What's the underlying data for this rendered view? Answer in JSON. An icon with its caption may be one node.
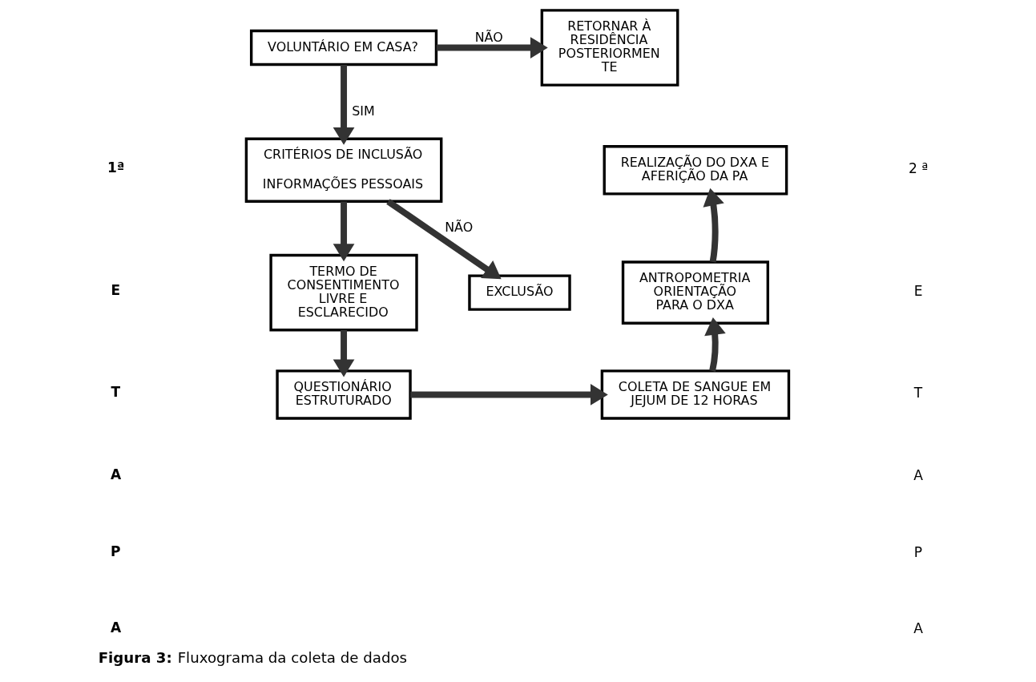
{
  "diagram": {
    "caption": "**Figura 3:** Fluxograma da coleta de dados",
    "nodes": [
      {
        "text": [
          "VOLUNTÁRIO EM CASA?"
        ]
      },
      {
        "text": [
          "RETORNAR À RESIDÊNCIA POSTERIORMEN TE"
        ]
      },
      {
        "text": [
          "CRITÉRIOS DE INCLUSÃO",
          "INFORMAÇÕES PESSOAIS"
        ]
      },
      {
        "text": [
          "EXCLUSÃO"
        ]
      },
      {
        "text": [
          "TERMO DE CONSENTIMENTO LIVRE E ESCLARECIDO"
        ]
      },
      {
        "text": [
          "QUESTIONÁRIO ESTRUTURADO"
        ]
      },
      {
        "text": [
          "COLETA DE SANGUE EM JEJUM DE 12 HORAS"
        ]
      },
      {
        "text": [
          "ANTROPOMETRIA ORIENTAÇÃO PARA O DXA"
        ]
      },
      {
        "text": [
          "REALIZAÇÃO DO DXA E AFERIÇÃO DA PA"
        ]
      }
    ],
    "edges": [
      {
        "from": 0,
        "to": 1,
        "arrow": "to",
        "label": "NÃO"
      },
      {
        "from": 0,
        "to": 2,
        "arrow": "to",
        "label": "SIM"
      },
      {
        "from": 2,
        "to": 3,
        "arrow": "to",
        "label": "NÃO"
      },
      {
        "from": 2,
        "to": 4,
        "arrow": "to"
      },
      {
        "from": 4,
        "to": 5,
        "arrow": "to"
      },
      {
        "from": 5,
        "to": 6,
        "arrow": "to"
      },
      {
        "from": 6,
        "to": 7,
        "arrow": "to"
      },
      {
        "from": 7,
        "to": 8,
        "arrow": "to"
      }
    ],
    "labels": [
      "1ª",
      "E",
      "T",
      "A",
      "P",
      "A",
      "2 ª",
      "E",
      "T",
      "A",
      "P",
      "A"
    ]
  }
}
